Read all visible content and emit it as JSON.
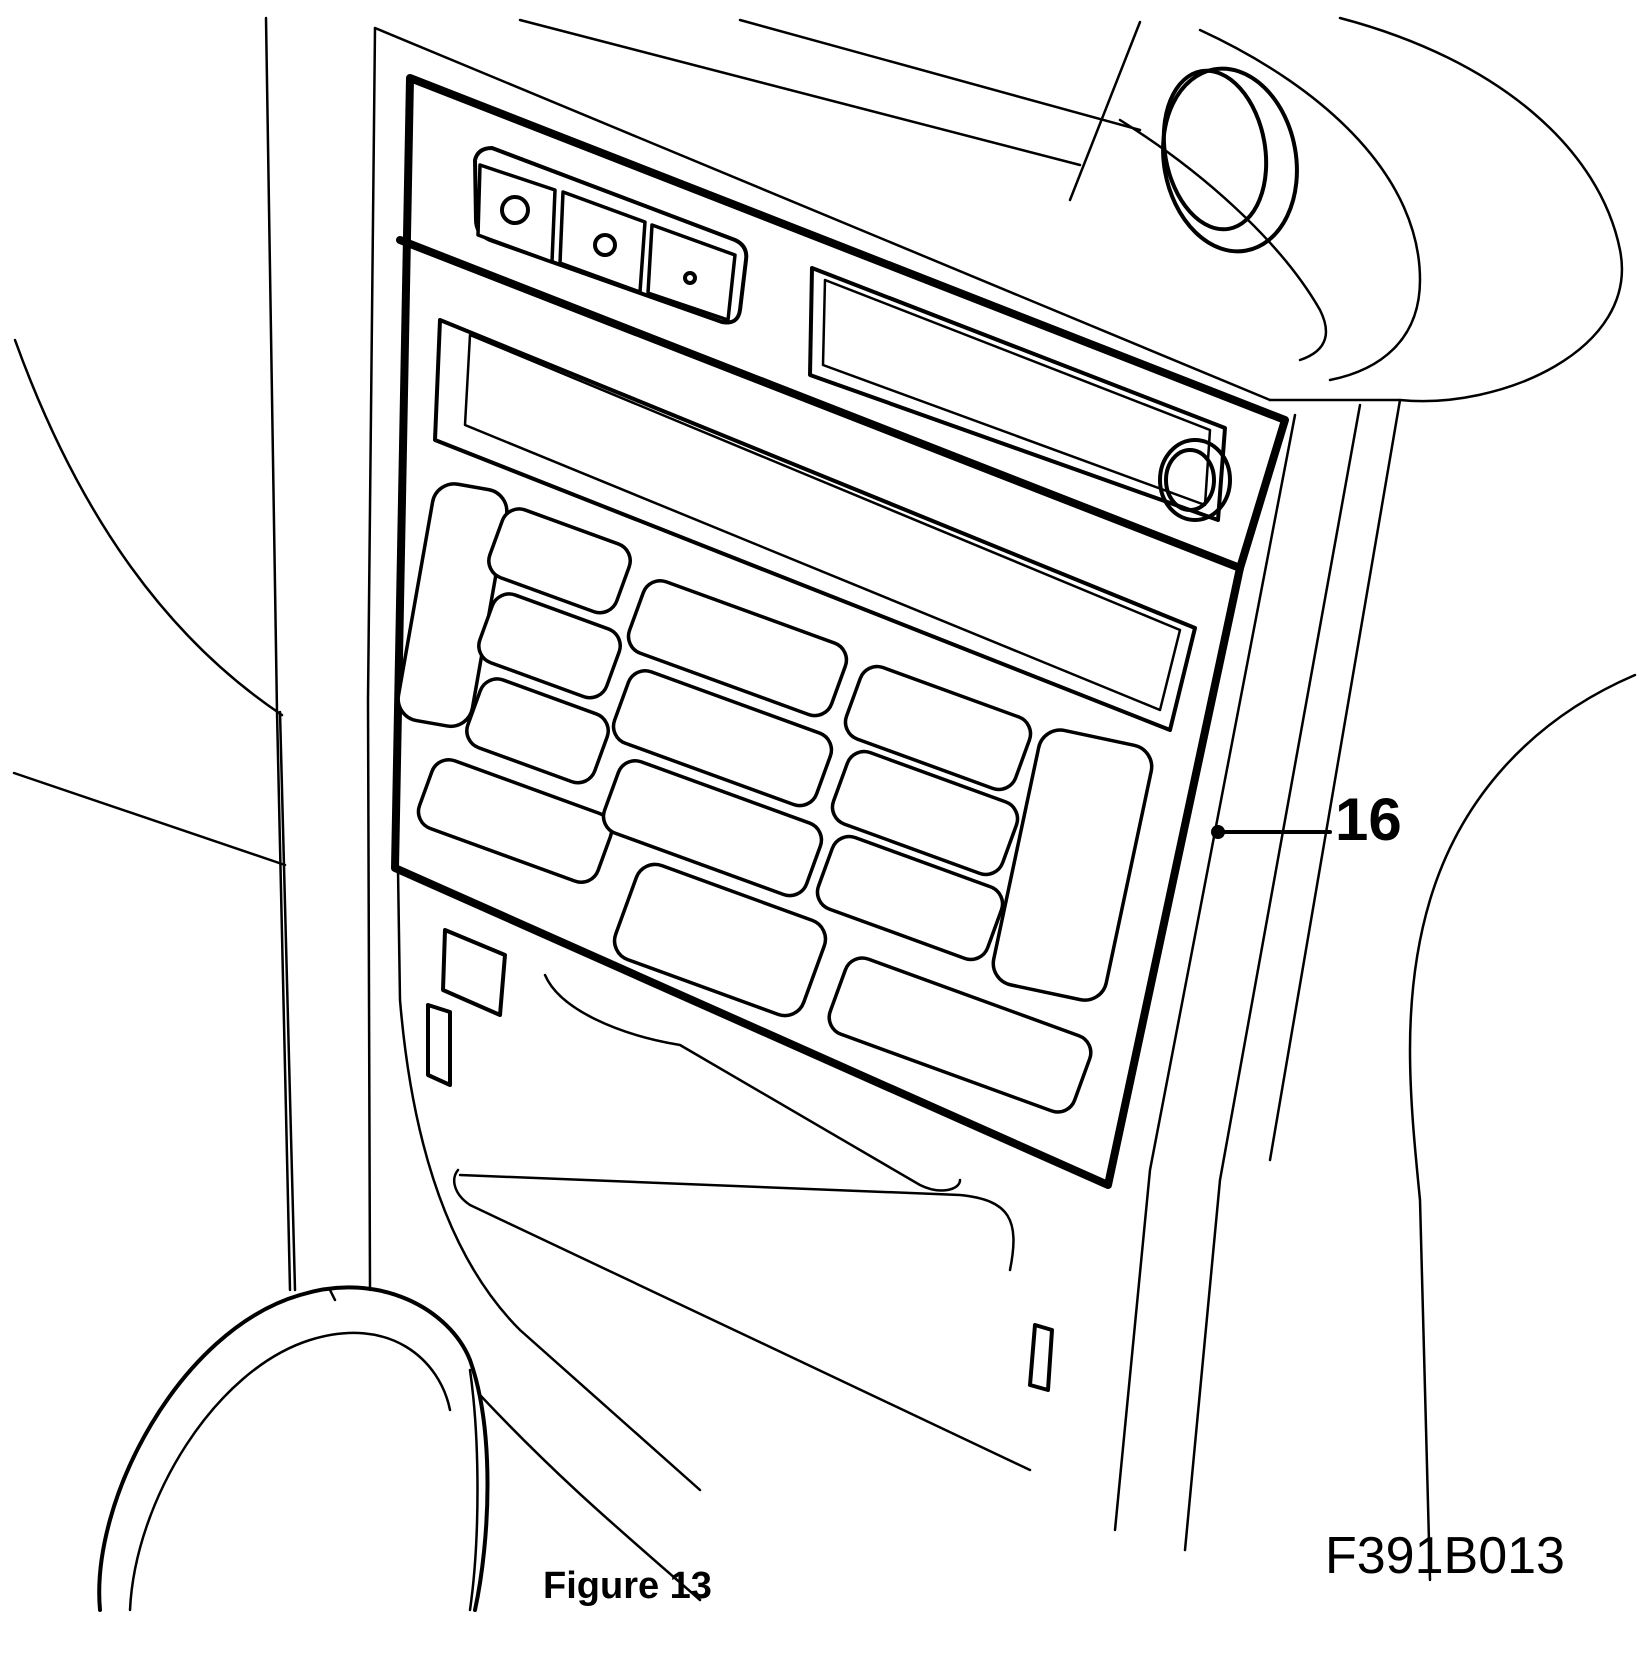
{
  "diagram": {
    "callout": {
      "number": "16"
    },
    "figure_code": "F391B013",
    "caption": "Figure 13"
  }
}
